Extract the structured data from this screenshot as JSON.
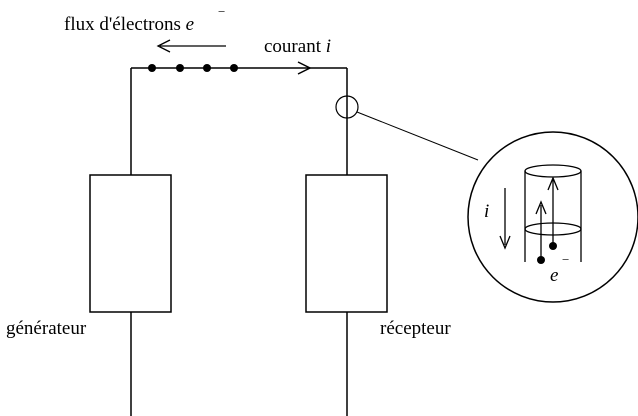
{
  "diagram": {
    "electron_flow": {
      "text": "flux d'électrons ",
      "symbol": "e",
      "superscript": "−"
    },
    "current": {
      "text": "courant ",
      "symbol": "i"
    },
    "generator": {
      "label": "générateur"
    },
    "receiver": {
      "label": "récepteur"
    },
    "zoom": {
      "current_symbol": "i",
      "electron_symbol": "e",
      "electron_superscript": "−"
    },
    "colors": {
      "stroke": "#000000",
      "background": "#ffffff"
    }
  }
}
